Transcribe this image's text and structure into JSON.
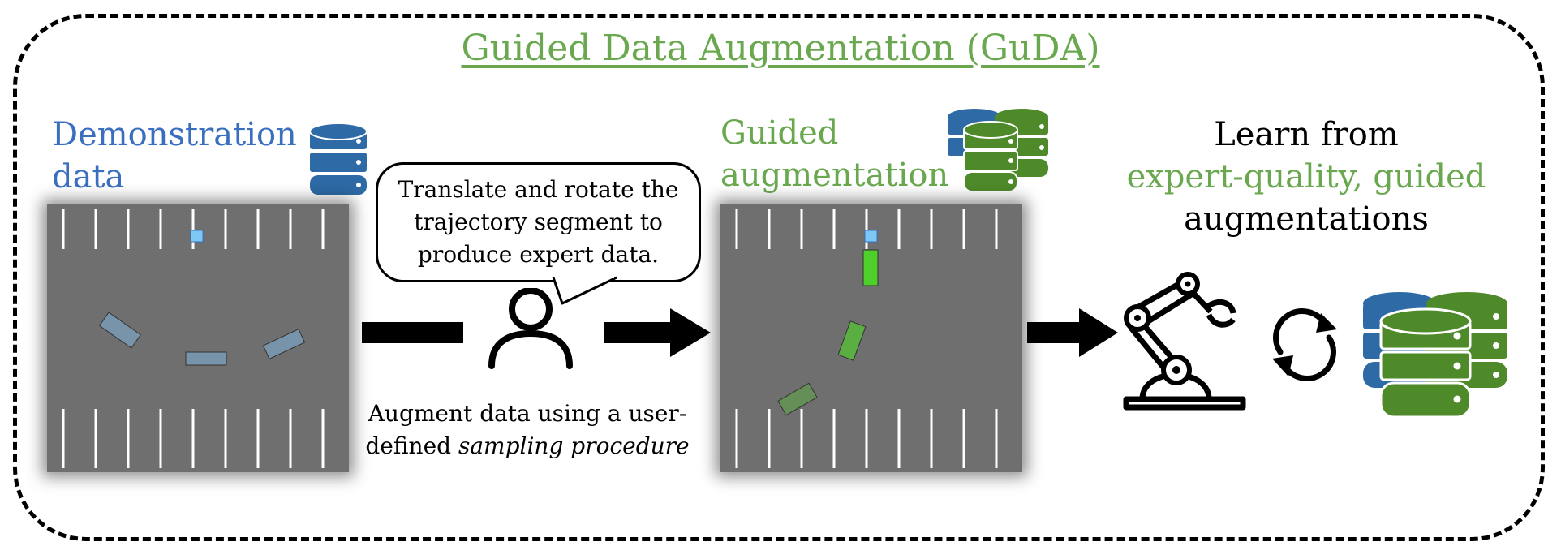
{
  "title": "Guided Data Augmentation (GuDA)",
  "colors": {
    "blue": "#3a6fbf",
    "green": "#6aa84f",
    "db_blue": "#2e6aa5",
    "db_green": "#4e8a2a",
    "asphalt": "#6f6f6f",
    "car_blue": "#7fb3dd",
    "car_green": "#4fcf2a",
    "goal": "#7ec8f5"
  },
  "demo": {
    "label_line1": "Demonstration",
    "label_line2": "data",
    "db_icon": "database-icon"
  },
  "bubble_text": "Translate and rotate the trajectory segment to produce expert data.",
  "caption": {
    "line1": "Augment data using a user-",
    "line2_plain": "defined ",
    "line2_italic": "sampling procedure"
  },
  "person_icon": "user-icon",
  "guided": {
    "label_line1": "Guided",
    "label_line2": "augmentation",
    "db_icon": "stacked-database-icon"
  },
  "learn": {
    "line1": "Learn from",
    "line2": "expert-quality, guided",
    "line3": "augmentations"
  },
  "robot_icon": "robot-arm-icon",
  "cycle_icon": "refresh-cycle-icon"
}
